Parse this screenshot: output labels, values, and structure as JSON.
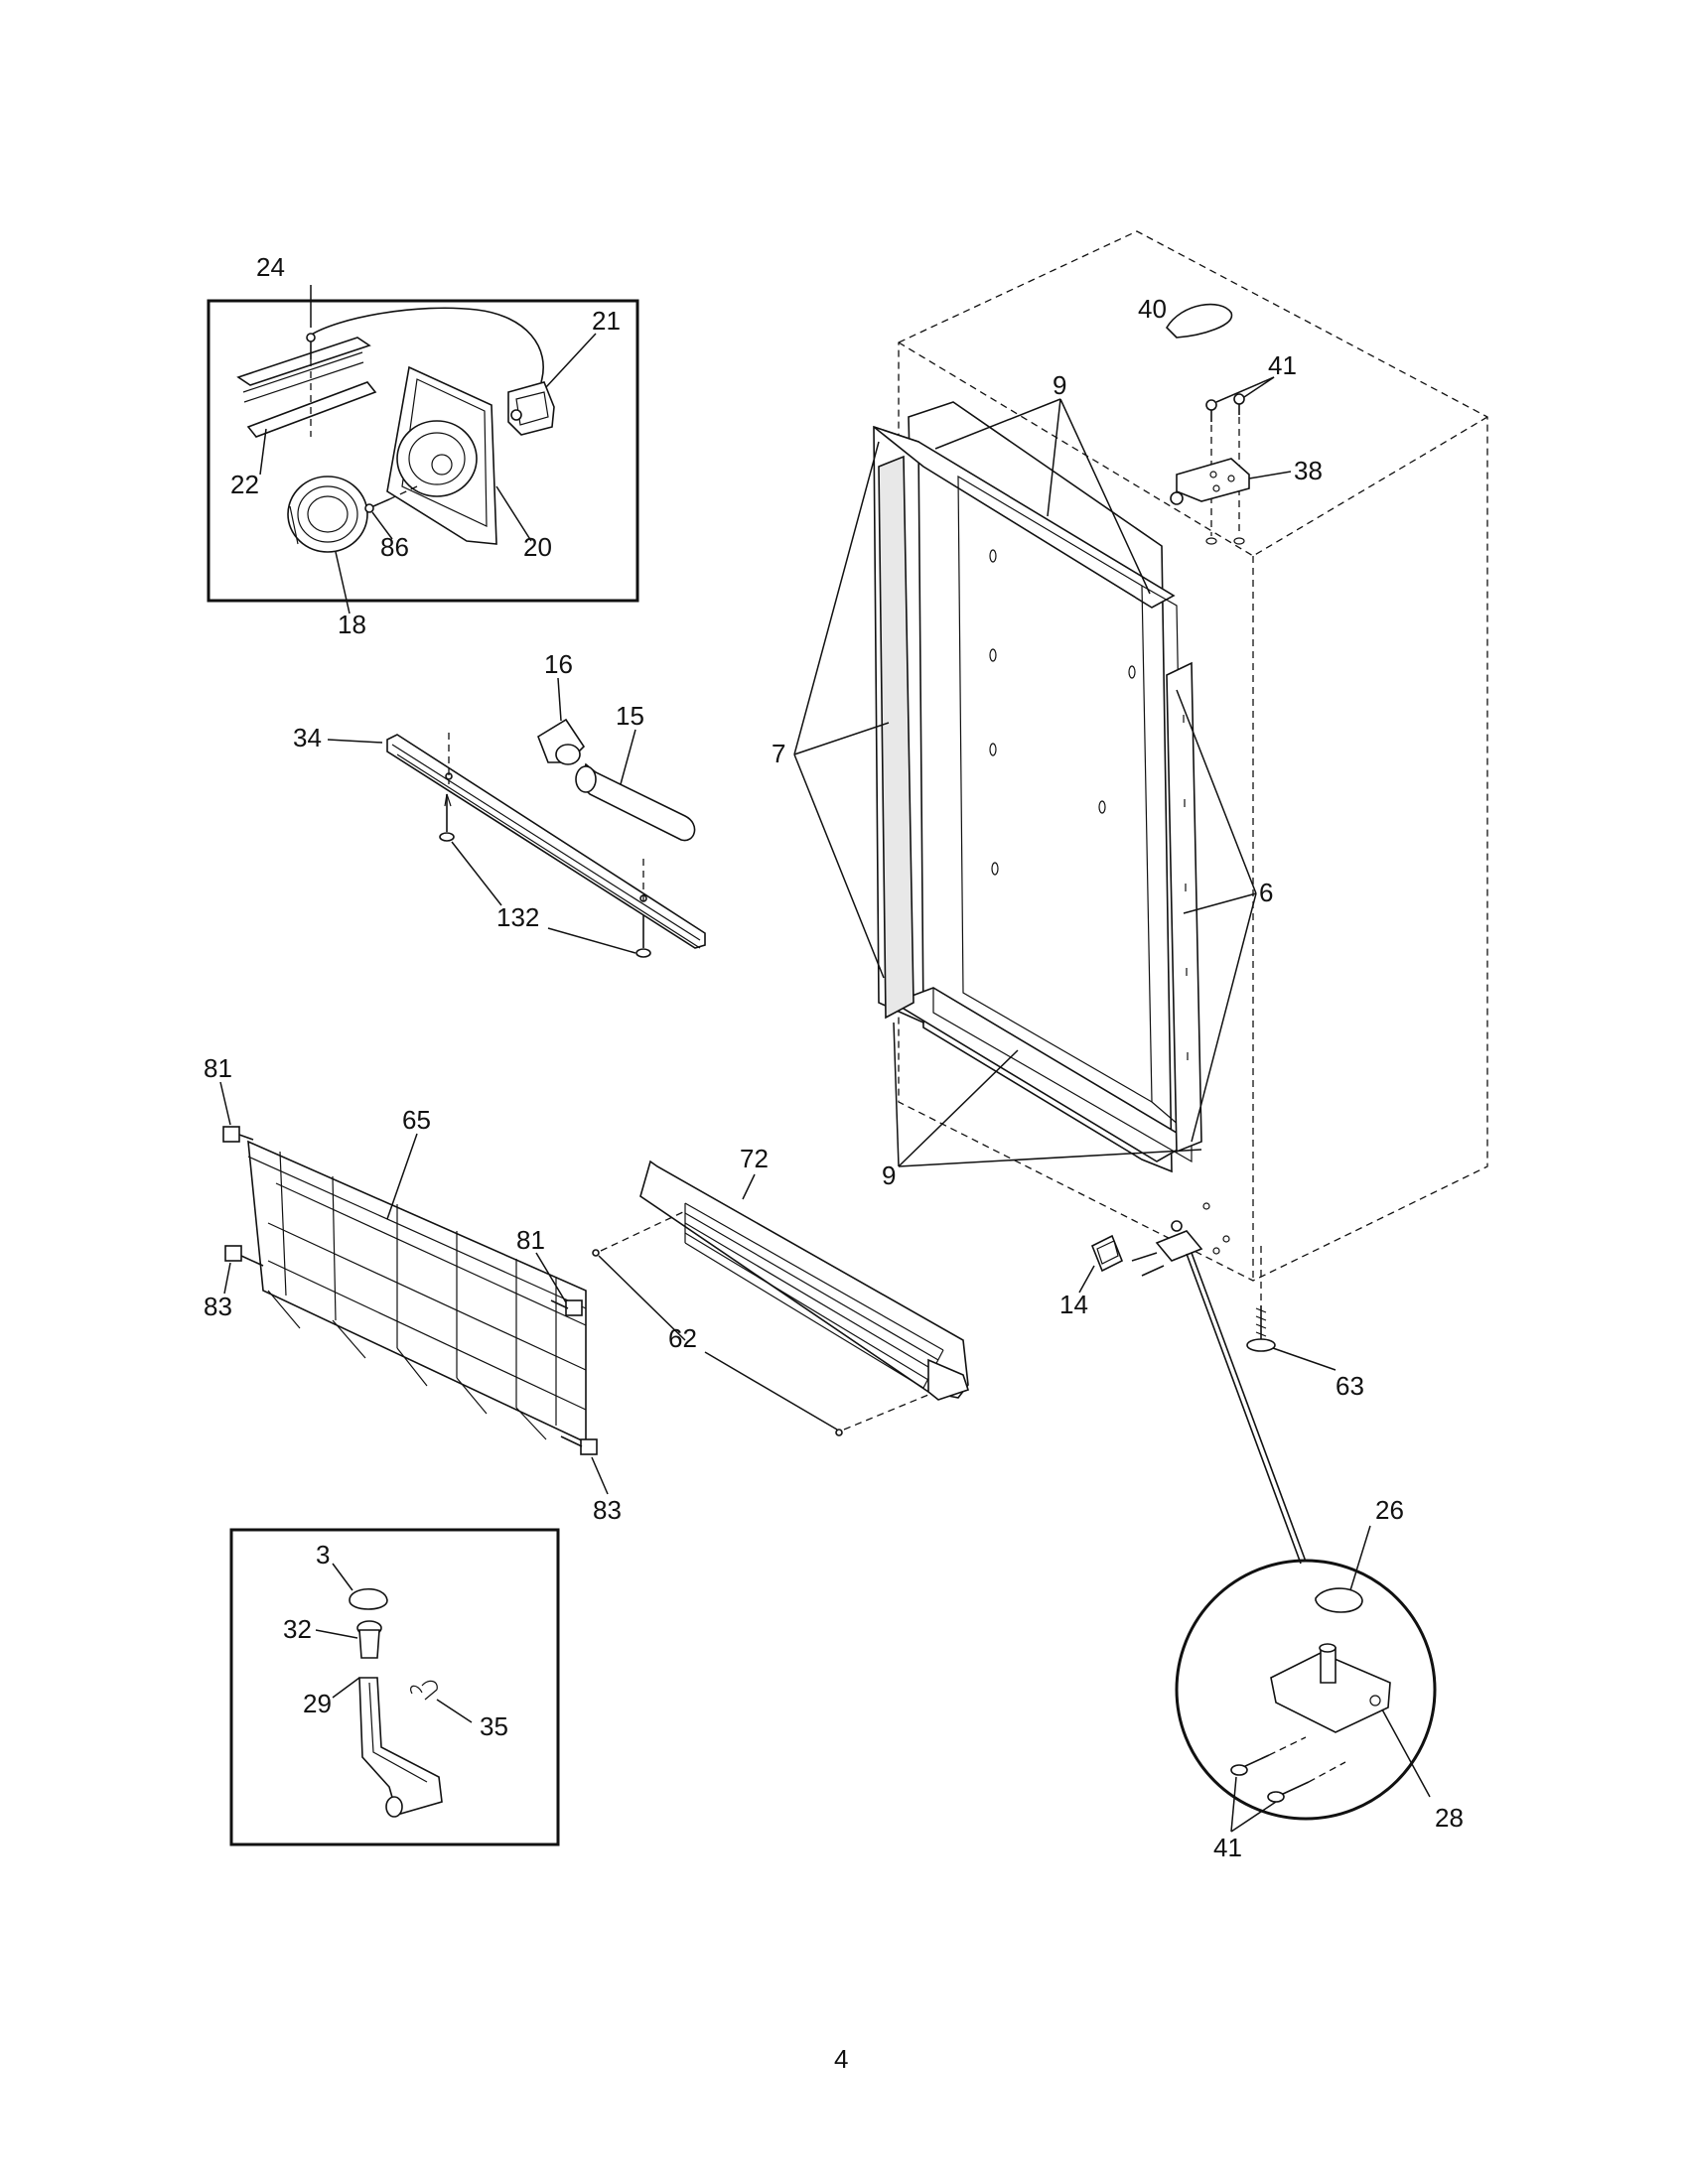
{
  "page_number": "4",
  "callouts": {
    "c24": "24",
    "c21": "21",
    "c22": "22",
    "c86": "86",
    "c20": "20",
    "c18": "18",
    "c16": "16",
    "c15": "15",
    "c34": "34",
    "c132": "132",
    "c40": "40",
    "c41a": "41",
    "c38": "38",
    "c9a": "9",
    "c7": "7",
    "c6": "6",
    "c9b": "9",
    "c81a": "81",
    "c65": "65",
    "c81b": "81",
    "c83a": "83",
    "c83b": "83",
    "c72": "72",
    "c62": "62",
    "c14": "14",
    "c63": "63",
    "c3": "3",
    "c32": "32",
    "c29": "29",
    "c35": "35",
    "c26": "26",
    "c41b": "41",
    "c28": "28"
  }
}
